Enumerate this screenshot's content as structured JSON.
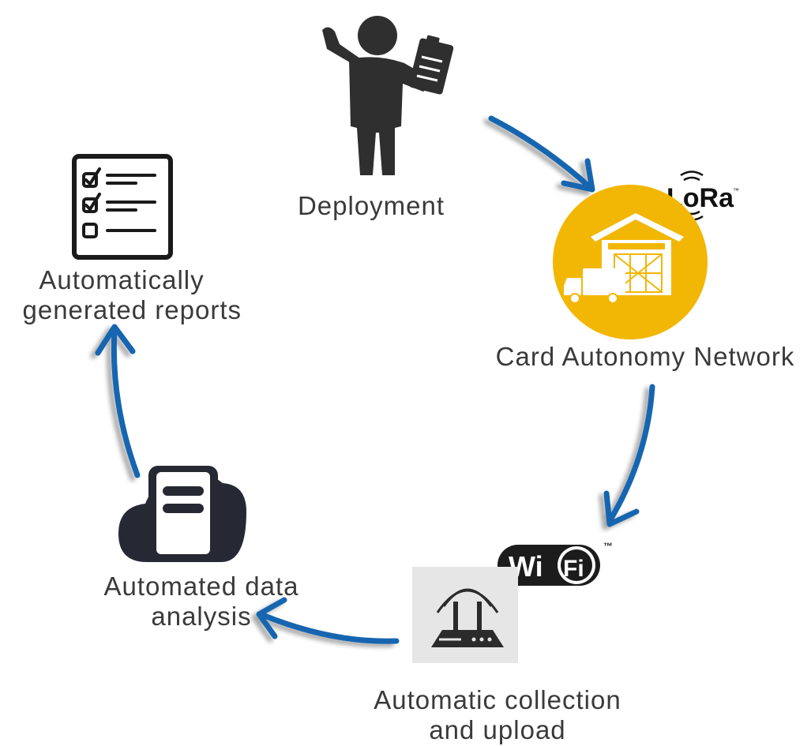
{
  "nodes": {
    "deployment": {
      "label": "Deployment"
    },
    "network": {
      "label": "Card Autonomy Network",
      "badge": "LoRa",
      "badge_mark": "™"
    },
    "collection": {
      "label_line1": "Automatic collection",
      "label_line2": "and upload",
      "badge_left": "Wi",
      "badge_right": "Fi",
      "badge_mark": "™"
    },
    "analysis": {
      "label_line1": "Automated data",
      "label_line2": "analysis"
    },
    "reports": {
      "label_line1": "Automatically",
      "label_line2": "generated reports"
    }
  },
  "colors": {
    "arrow": "#1565b0",
    "icon_dark": "#2f2f2f",
    "cloud": "#262833",
    "network_circle": "#f2b705",
    "label_text": "#3a3a3a"
  },
  "icons": [
    "person-with-clipboard-icon",
    "warehouse-truck-icon",
    "lora-logo",
    "wifi-logo",
    "router-icon",
    "cloud-server-icon",
    "checklist-icon"
  ]
}
